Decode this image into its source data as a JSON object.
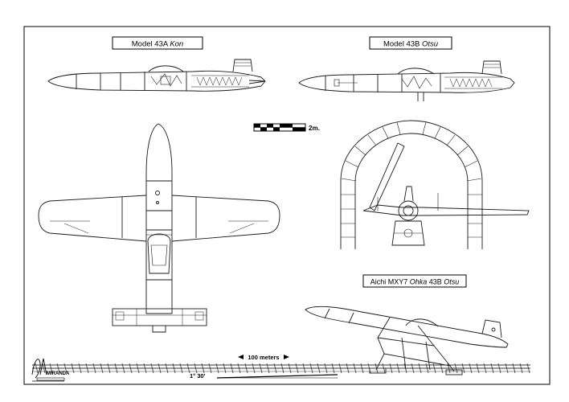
{
  "labels": {
    "model_43a_prefix": "Model 43A ",
    "model_43a_name": "Kon",
    "model_43b_prefix": "Model 43B ",
    "model_43b_name": "Otsu",
    "scale_unit": "2m.",
    "aichi_prefix": "Aichi MXY7 ",
    "aichi_name": "Ohka",
    "aichi_suffix": " 43B ",
    "aichi_variant": "Otsu",
    "distance": "100 meters",
    "angle": "1° 30'",
    "signature": "MIRANDA"
  },
  "colors": {
    "line": "#1a1a1a",
    "paper": "#ffffff",
    "track": "#333333"
  }
}
